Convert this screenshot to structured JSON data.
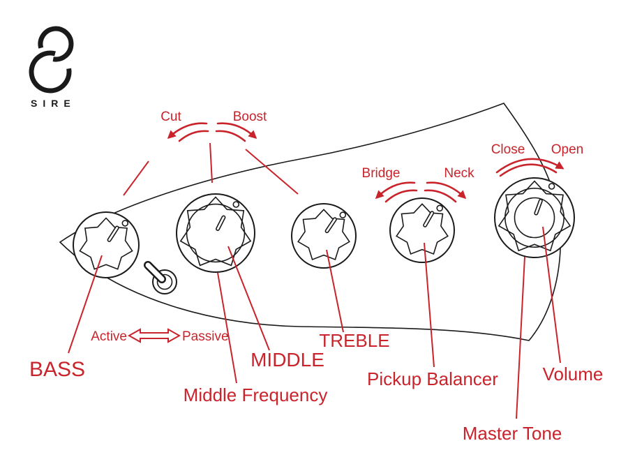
{
  "brand": {
    "logo_text": "SIRE"
  },
  "knob_annotations": {
    "cut": "Cut",
    "boost": "Boost",
    "bridge": "Bridge",
    "neck": "Neck",
    "close": "Close",
    "open": "Open",
    "active": "Active",
    "passive": "Passive"
  },
  "control_labels": {
    "bass": "BASS",
    "middle": "MIDDLE",
    "middle_frequency": "Middle Frequency",
    "treble": "TREBLE",
    "pickup_balancer": "Pickup Balancer",
    "volume": "Volume",
    "master_tone": "Master Tone"
  },
  "colors": {
    "annotation_red": "#c9232b",
    "line_black": "#1a1a1a",
    "background": "#ffffff"
  }
}
